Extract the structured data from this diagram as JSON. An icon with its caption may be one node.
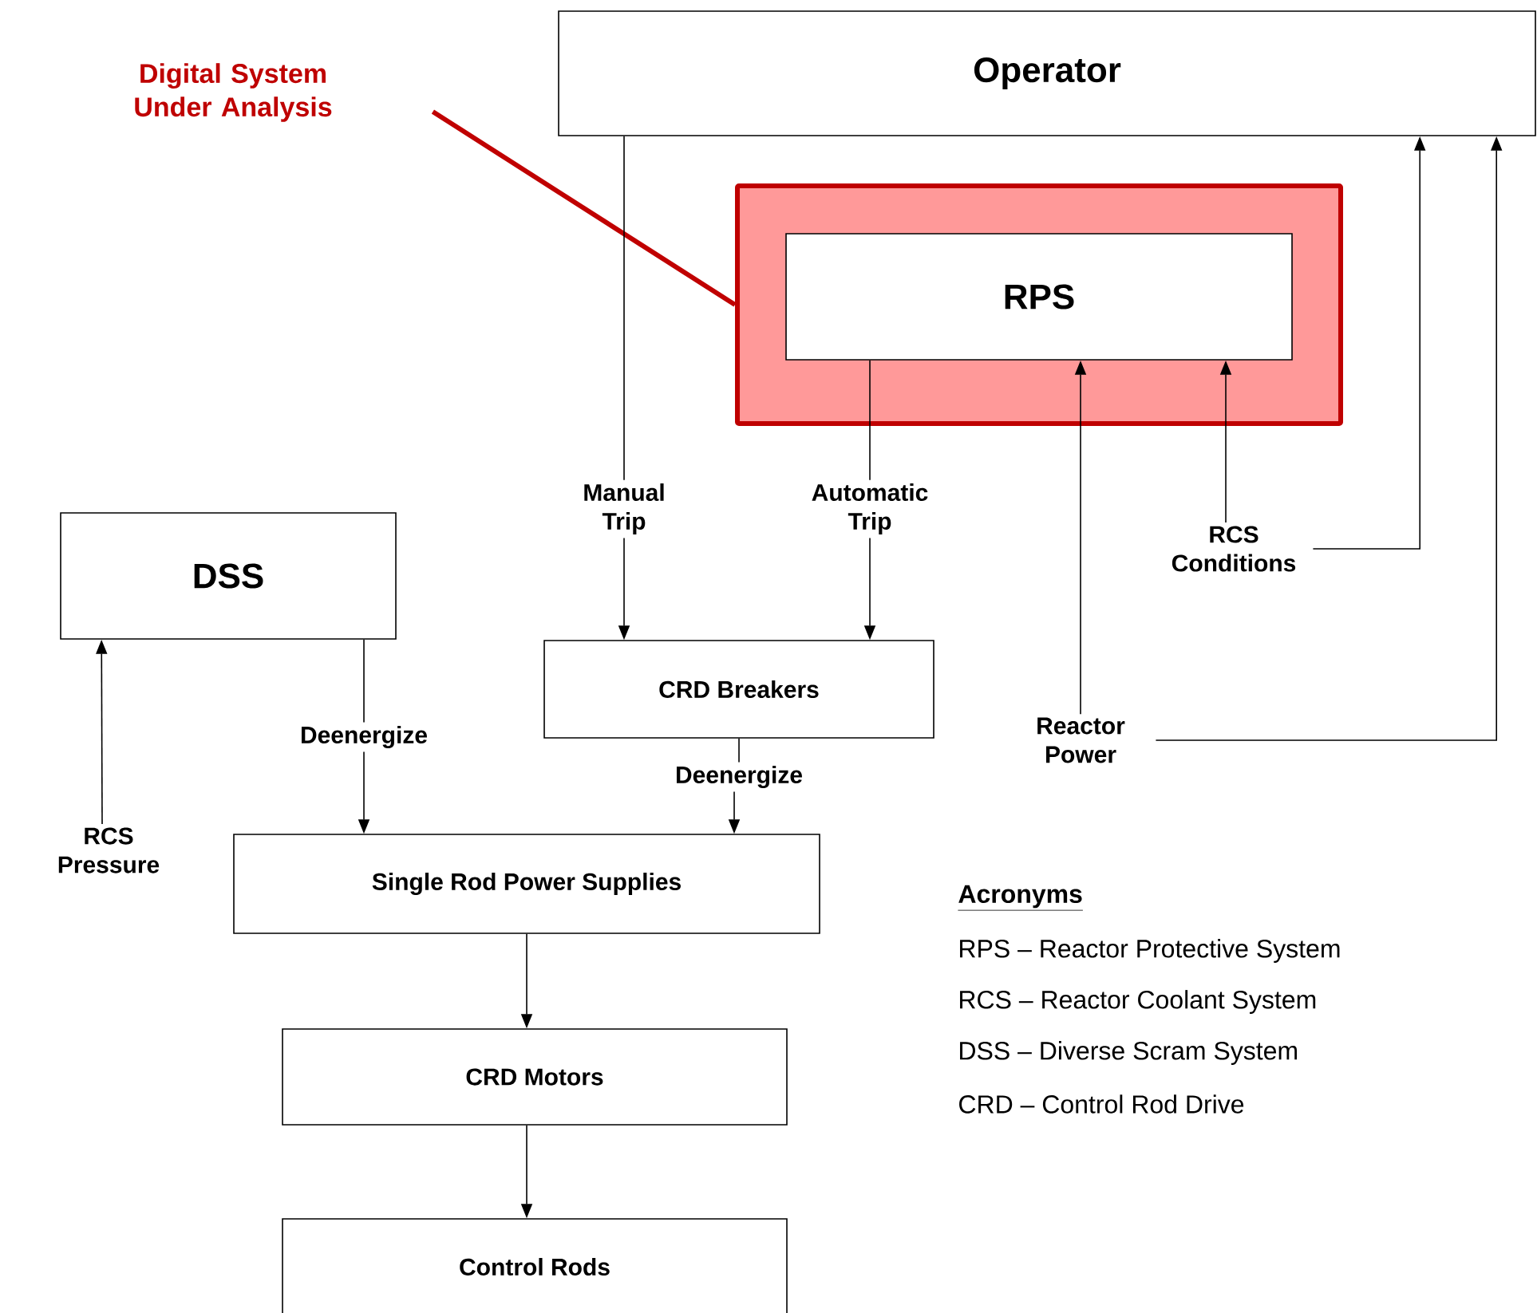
{
  "diagram": {
    "nodes": [
      {
        "text": [
          "Operator"
        ]
      },
      {
        "text": [],
        "shape": "box"
      },
      {
        "text": [
          "RPS"
        ],
        "in": 1
      },
      {
        "text": [
          "Digital System Under Analysis"
        ]
      },
      {
        "text": [
          "Manual Trip"
        ]
      },
      {
        "text": [
          "Automatic Trip"
        ]
      },
      {
        "text": [
          "CRD Breakers"
        ]
      },
      {
        "text": [
          "DSS"
        ]
      },
      {
        "text": [
          "RCS Pressure"
        ]
      },
      {
        "text": [
          "Deenergize"
        ]
      },
      {
        "text": [
          "Deenergize"
        ]
      },
      {
        "text": [
          "Single Rod Power Supplies"
        ]
      },
      {
        "text": [
          "CRD Motors"
        ]
      },
      {
        "text": [
          "Control Rods"
        ]
      },
      {
        "text": [
          "RCS Conditions"
        ]
      },
      {
        "text": [
          "Reactor Power"
        ]
      }
    ],
    "edges": [
      {
        "from": 3,
        "to": 1,
        "arrow": "none",
        "style": "thick",
        "color": "#c00000"
      },
      {
        "from": 0,
        "to": 4,
        "arrow": "none"
      },
      {
        "from": 4,
        "to": 6,
        "arrow": "to"
      },
      {
        "from": 2,
        "to": 5,
        "arrow": "none"
      },
      {
        "from": 5,
        "to": 6,
        "arrow": "to"
      },
      {
        "from": 8,
        "to": 7,
        "arrow": "to"
      },
      {
        "from": 7,
        "to": 9,
        "arrow": "none"
      },
      {
        "from": 9,
        "to": 11,
        "arrow": "to"
      },
      {
        "from": 6,
        "to": 10,
        "arrow": "none"
      },
      {
        "from": 10,
        "to": 11,
        "arrow": "to"
      },
      {
        "from": 11,
        "to": 12,
        "arrow": "to"
      },
      {
        "from": 12,
        "to": 13,
        "arrow": "to"
      },
      {
        "from": 14,
        "to": 2,
        "arrow": "to"
      },
      {
        "from": 14,
        "to": 0,
        "arrow": "to"
      },
      {
        "from": 15,
        "to": 2,
        "arrow": "to"
      },
      {
        "from": 15,
        "to": 0,
        "arrow": "to"
      }
    ],
    "labels": [
      "Acronyms",
      "RPS – Reactor Protective System",
      "RCS – Reactor Coolant System",
      "DSS – Diverse Scram System",
      "CRD – Control Rod Drive"
    ]
  }
}
